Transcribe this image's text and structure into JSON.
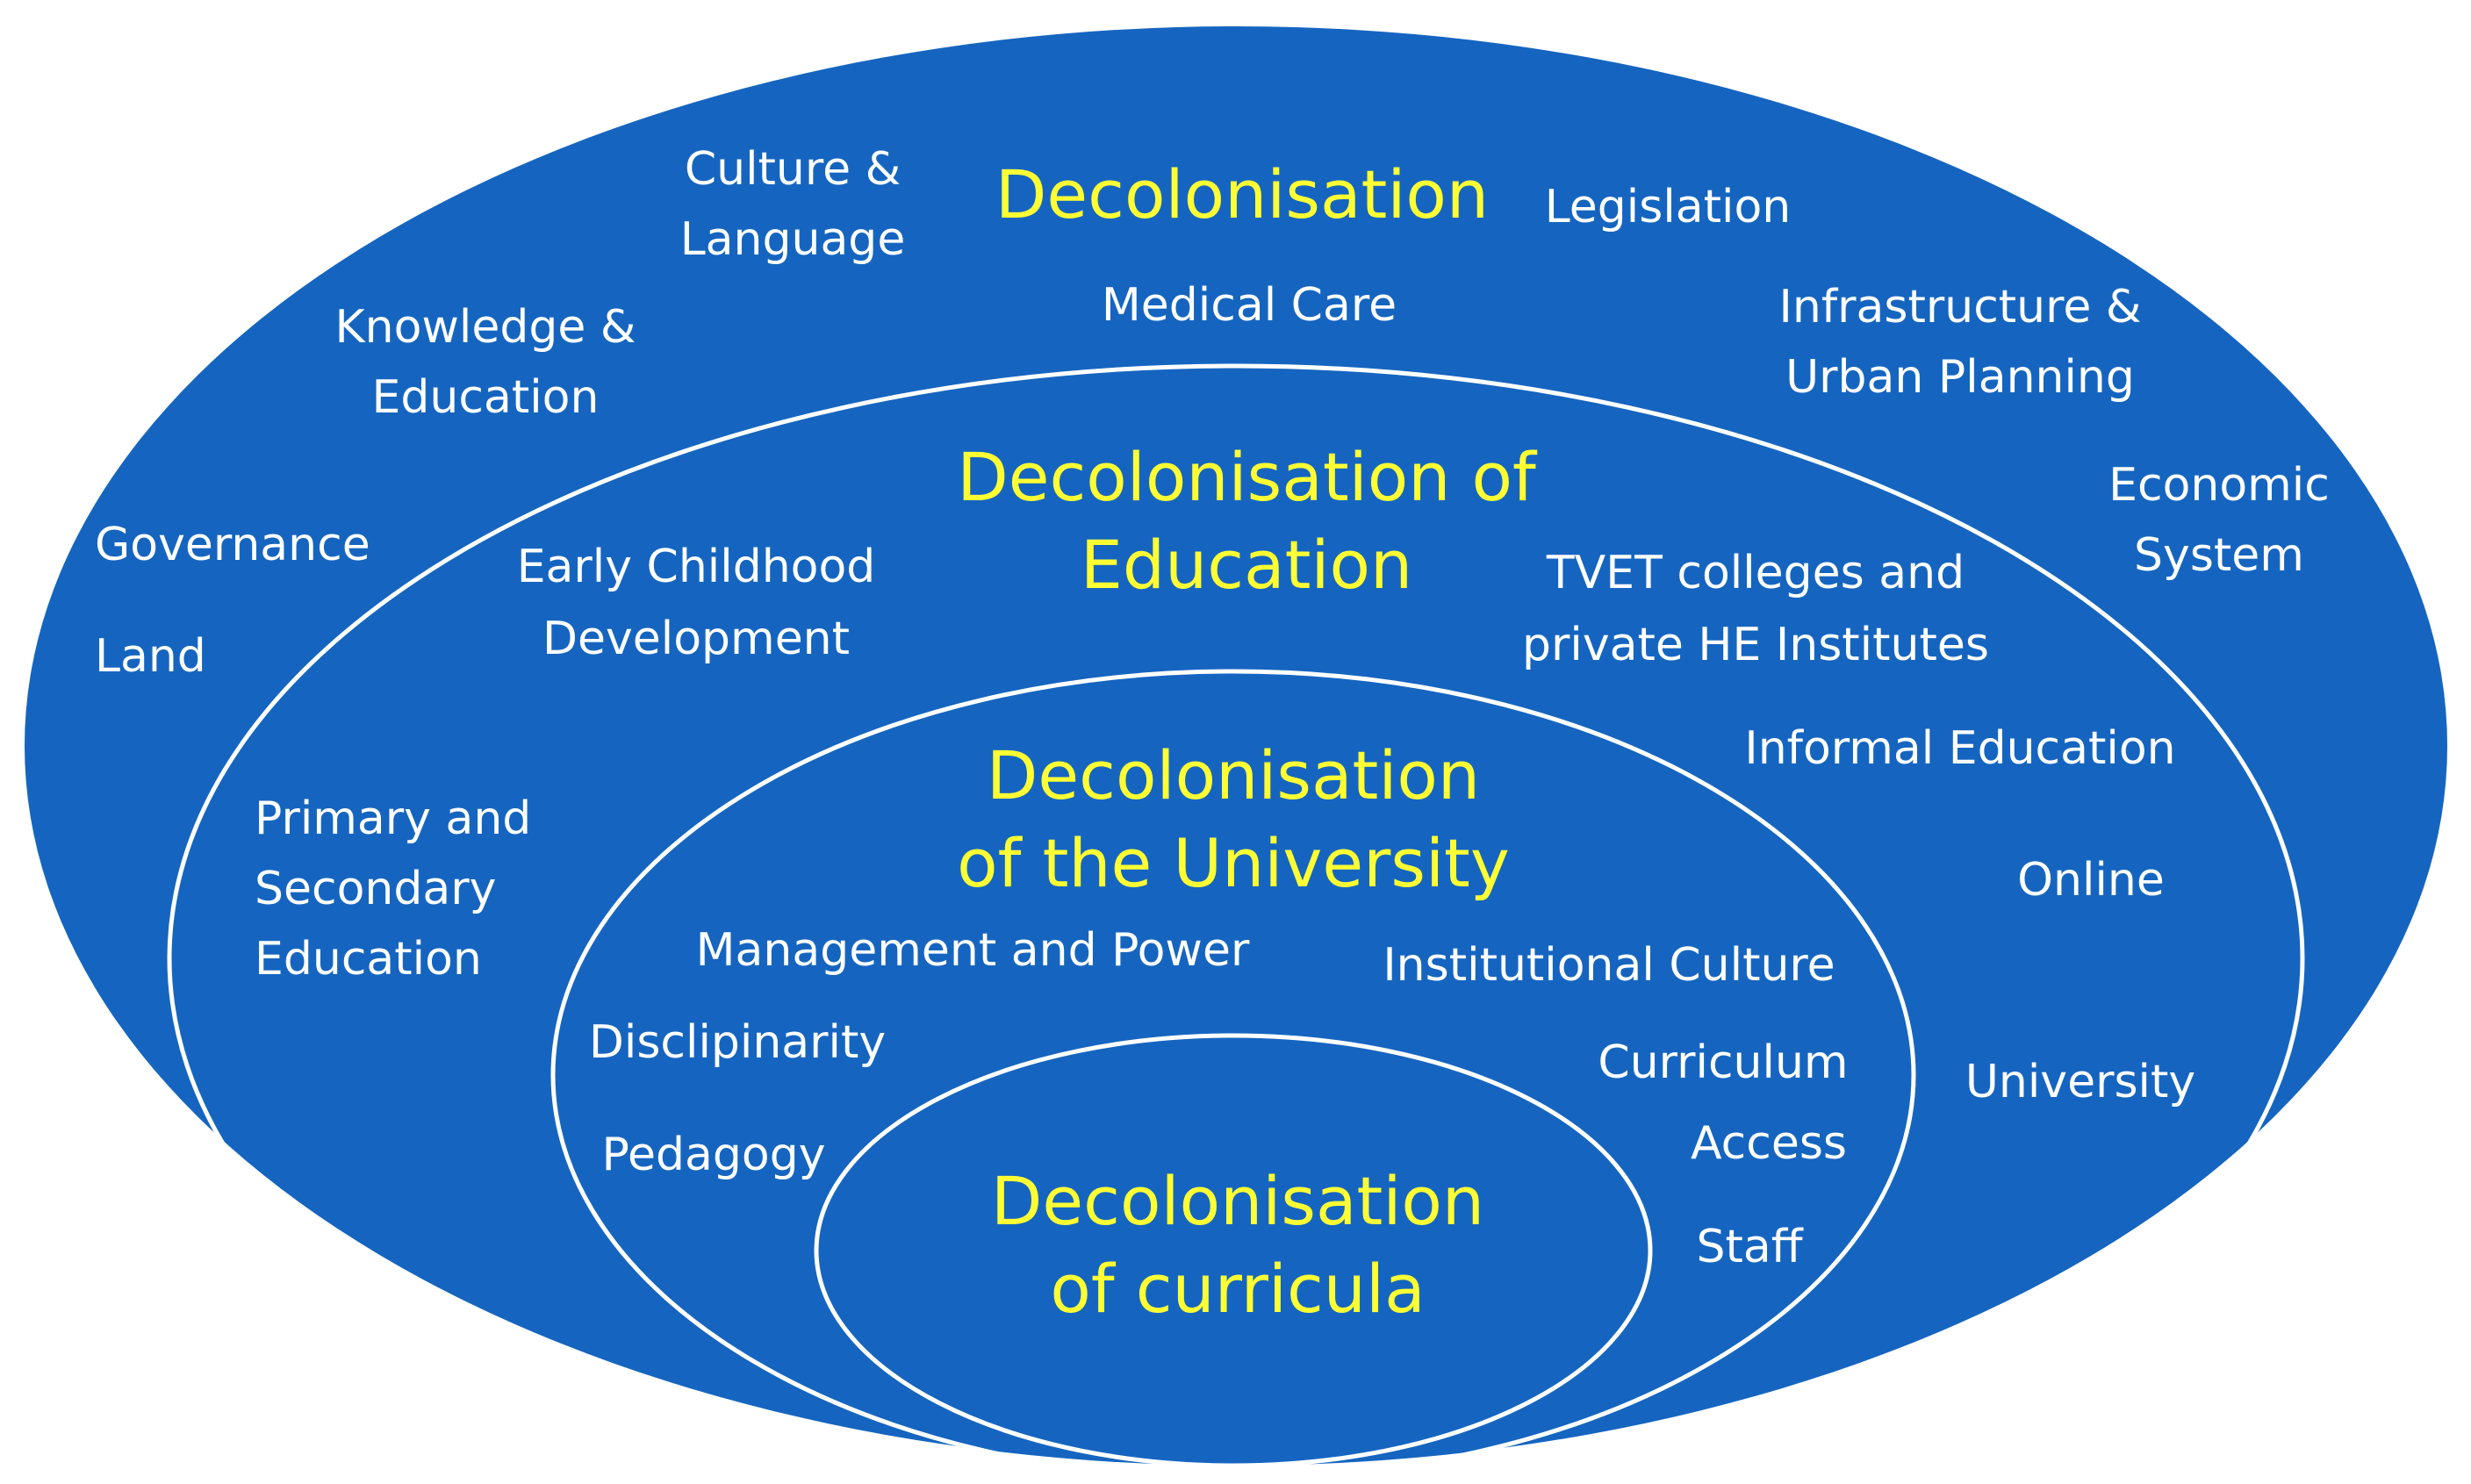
{
  "colors": {
    "background": "#ffffff",
    "ellipse_fill": "#1565C0",
    "ring_stroke": "#ffffff",
    "label_text": "#ffffff",
    "title_text": "#FFFF33"
  },
  "levels": {
    "society": {
      "title": [
        "Decolonisation"
      ],
      "items": {
        "culture": [
          "Culture &",
          "Language"
        ],
        "legislation": [
          "Legislation"
        ],
        "medical": [
          "Medical Care"
        ],
        "knowledge": [
          "Knowledge &",
          "Education"
        ],
        "infrastructure": [
          "Infrastructure &",
          "Urban Planning"
        ],
        "economic": [
          "Economic",
          "System"
        ],
        "governance": [
          "Governance"
        ],
        "land": [
          "Land"
        ]
      }
    },
    "education": {
      "title": [
        "Decolonisation of",
        "Education"
      ],
      "items": {
        "early_childhood": [
          "Early Childhood",
          "Development"
        ],
        "tvet": [
          "TVET colleges and",
          "private HE Institutes"
        ],
        "informal": [
          "Informal Education"
        ],
        "primary": [
          "Primary and",
          "Secondary",
          "Education"
        ],
        "online": [
          "Online"
        ],
        "university": [
          "University"
        ]
      }
    },
    "university": {
      "title": [
        "Decolonisation",
        "of the University"
      ],
      "items": {
        "management": [
          "Management and Power"
        ],
        "institutional": [
          "Institutional Culture"
        ],
        "disciplinarity": [
          "Disclipinarity"
        ],
        "curriculum": [
          "Curriculum"
        ],
        "pedagogy": [
          "Pedagogy"
        ],
        "access": [
          "Access"
        ],
        "staff": [
          "Staff"
        ]
      }
    },
    "curricula": {
      "title": [
        "Decolonisation",
        "of curricula"
      ]
    }
  }
}
